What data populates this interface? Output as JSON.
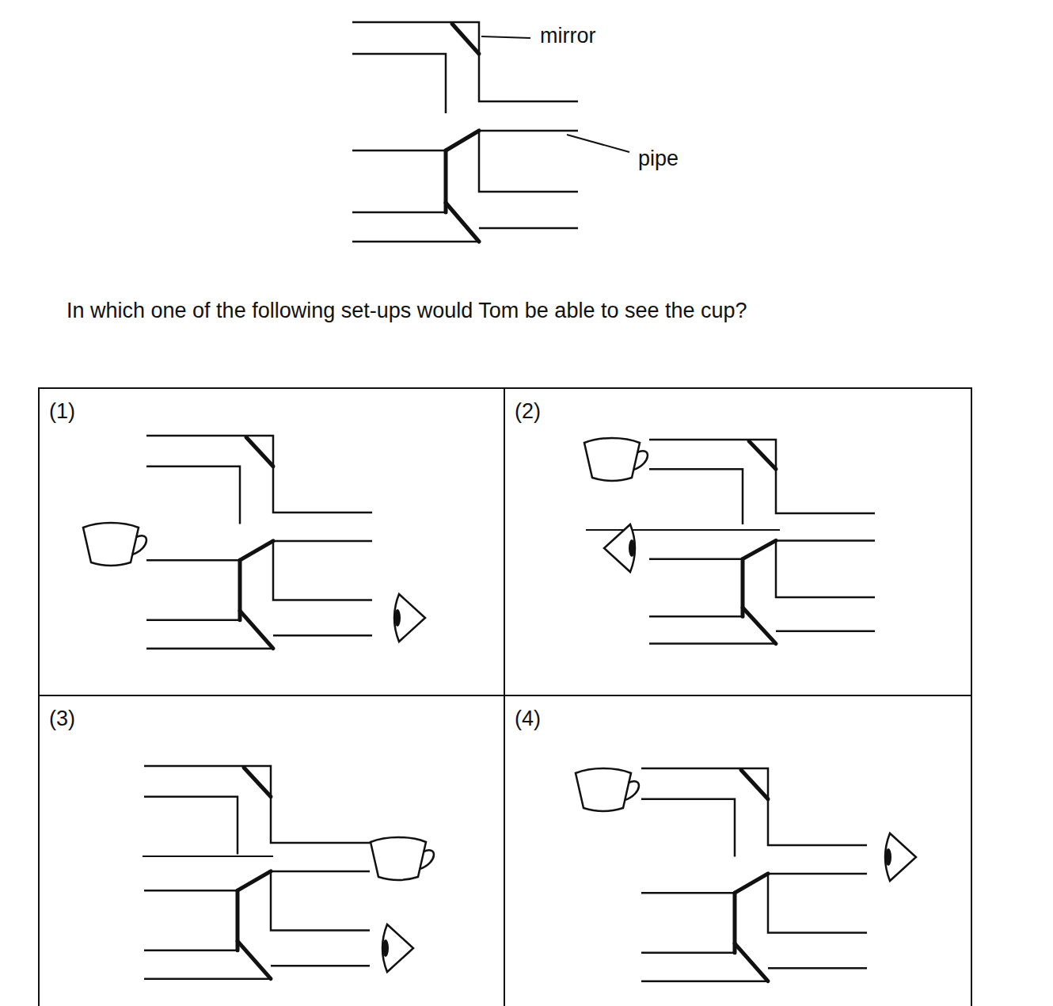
{
  "diagram": {
    "nodes": [
      {
        "text": [
          "(1)"
        ]
      },
      {
        "text": [
          "(2)"
        ]
      },
      {
        "text": [
          "(3)"
        ]
      },
      {
        "text": [
          "(4)"
        ]
      }
    ],
    "labels": [
      "mirror",
      "pipe",
      "In which one of the following set-ups would Tom be able to see the cup?"
    ]
  }
}
